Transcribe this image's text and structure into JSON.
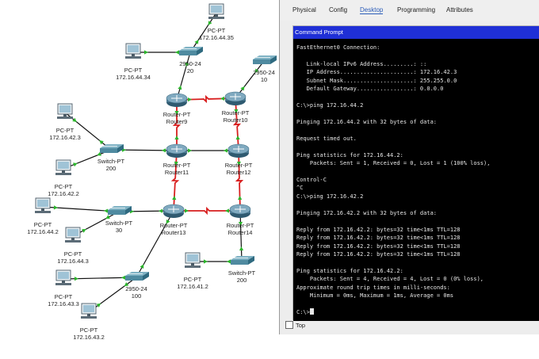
{
  "topology": {
    "nodes": [
      {
        "id": "pc-44-35",
        "type": "pc",
        "model": "PC-PT",
        "ip": "172.16.44.35"
      },
      {
        "id": "pc-44-34",
        "type": "pc",
        "model": "PC-PT",
        "ip": "172.16.44.34"
      },
      {
        "id": "sw-20",
        "type": "switch",
        "model": "2950-24",
        "name": "20"
      },
      {
        "id": "sw-10",
        "type": "switch",
        "model": "2950-24",
        "name": "10"
      },
      {
        "id": "r9",
        "type": "router",
        "model": "Router-PT",
        "name": "Router9"
      },
      {
        "id": "r10",
        "type": "router",
        "model": "Router-PT",
        "name": "Router10"
      },
      {
        "id": "pc-42-3",
        "type": "pc",
        "model": "PC-PT",
        "ip": "172.16.42.3"
      },
      {
        "id": "pc-42-2",
        "type": "pc",
        "model": "PC-PT",
        "ip": "172.16.42.2"
      },
      {
        "id": "sw-200a",
        "type": "switch",
        "model": "Switch-PT",
        "name": "200"
      },
      {
        "id": "r11",
        "type": "router",
        "model": "Router-PT",
        "name": "Router11"
      },
      {
        "id": "r12",
        "type": "router",
        "model": "Router-PT",
        "name": "Router12"
      },
      {
        "id": "pc-44-2",
        "type": "pc",
        "model": "PC-PT",
        "ip": "172.16.44.2"
      },
      {
        "id": "pc-44-3",
        "type": "pc",
        "model": "PC-PT",
        "ip": "172.16.44.3"
      },
      {
        "id": "sw-30",
        "type": "switch",
        "model": "Switch-PT",
        "name": "30"
      },
      {
        "id": "r13",
        "type": "router",
        "model": "Router-PT",
        "name": "Router13"
      },
      {
        "id": "r14",
        "type": "router",
        "model": "Router-PT",
        "name": "Router14"
      },
      {
        "id": "pc-43-3",
        "type": "pc",
        "model": "PC-PT",
        "ip": "172.16.43.3"
      },
      {
        "id": "pc-43-2",
        "type": "pc",
        "model": "PC-PT",
        "ip": "172.16.43.2"
      },
      {
        "id": "sw-100",
        "type": "switch",
        "model": "2950-24",
        "name": "100"
      },
      {
        "id": "pc-41-2",
        "type": "pc",
        "model": "PC-PT",
        "ip": "172.16.41.2"
      },
      {
        "id": "sw-200b",
        "type": "switch",
        "model": "Switch-PT",
        "name": "200"
      }
    ],
    "links": [
      {
        "from": "pc-44-35",
        "to": "sw-20",
        "kind": "ethernet"
      },
      {
        "from": "pc-44-34",
        "to": "sw-20",
        "kind": "ethernet"
      },
      {
        "from": "sw-20",
        "to": "r9",
        "kind": "ethernet"
      },
      {
        "from": "sw-10",
        "to": "r10",
        "kind": "ethernet"
      },
      {
        "from": "r9",
        "to": "r10",
        "kind": "serial"
      },
      {
        "from": "r9",
        "to": "r11",
        "kind": "serial"
      },
      {
        "from": "r10",
        "to": "r12",
        "kind": "serial"
      },
      {
        "from": "pc-42-3",
        "to": "sw-200a",
        "kind": "ethernet"
      },
      {
        "from": "pc-42-2",
        "to": "sw-200a",
        "kind": "ethernet"
      },
      {
        "from": "sw-200a",
        "to": "r11",
        "kind": "ethernet"
      },
      {
        "from": "r11",
        "to": "r12",
        "kind": "ethernet"
      },
      {
        "from": "r11",
        "to": "r13",
        "kind": "serial"
      },
      {
        "from": "r12",
        "to": "r14",
        "kind": "serial"
      },
      {
        "from": "pc-44-2",
        "to": "sw-30",
        "kind": "ethernet"
      },
      {
        "from": "pc-44-3",
        "to": "sw-30",
        "kind": "ethernet"
      },
      {
        "from": "sw-30",
        "to": "r13",
        "kind": "ethernet"
      },
      {
        "from": "r13",
        "to": "r14",
        "kind": "serial"
      },
      {
        "from": "r13",
        "to": "sw-100",
        "kind": "ethernet"
      },
      {
        "from": "pc-43-3",
        "to": "sw-100",
        "kind": "ethernet"
      },
      {
        "from": "pc-43-2",
        "to": "sw-100",
        "kind": "ethernet"
      },
      {
        "from": "r14",
        "to": "sw-200b",
        "kind": "ethernet"
      },
      {
        "from": "pc-41-2",
        "to": "sw-200b",
        "kind": "ethernet"
      }
    ]
  },
  "device_window": {
    "tabs": [
      "Physical",
      "Config",
      "Desktop",
      "Programming",
      "Attributes"
    ],
    "active_tab": "Desktop",
    "command_prompt_title": "Command Prompt",
    "terminal_lines": [
      "FastEthernet0 Connection:",
      "",
      "   Link-local IPv6 Address.........: ::",
      "   IP Address......................: 172.16.42.3",
      "   Subnet Mask.....................: 255.255.0.0",
      "   Default Gateway.................: 0.0.0.0",
      "",
      "C:\\>ping 172.16.44.2",
      "",
      "Pinging 172.16.44.2 with 32 bytes of data:",
      "",
      "Request timed out.",
      "",
      "Ping statistics for 172.16.44.2:",
      "    Packets: Sent = 1, Received = 0, Lost = 1 (100% loss),",
      "",
      "Control-C",
      "^C",
      "C:\\>ping 172.16.42.2",
      "",
      "Pinging 172.16.42.2 with 32 bytes of data:",
      "",
      "Reply from 172.16.42.2: bytes=32 time<1ms TTL=128",
      "Reply from 172.16.42.2: bytes=32 time<1ms TTL=128",
      "Reply from 172.16.42.2: bytes=32 time<1ms TTL=128",
      "Reply from 172.16.42.2: bytes=32 time<1ms TTL=128",
      "",
      "Ping statistics for 172.16.42.2:",
      "    Packets: Sent = 4, Received = 4, Lost = 0 (0% loss),",
      "Approximate round trip times in milli-seconds:",
      "    Minimum = 0ms, Maximum = 1ms, Average = 0ms",
      "",
      "C:\\>"
    ],
    "top_option_label": "Top",
    "top_option_checked": false
  },
  "colors": {
    "serial_link": "#d81e1e",
    "ethernet_link": "#111111",
    "port_indicator": "#2bb52b",
    "router_body": "#4f7d95",
    "switch_body": "#4f8aa0",
    "titlebar": "#1f2fd6",
    "active_tab": "#2b5cb8"
  }
}
